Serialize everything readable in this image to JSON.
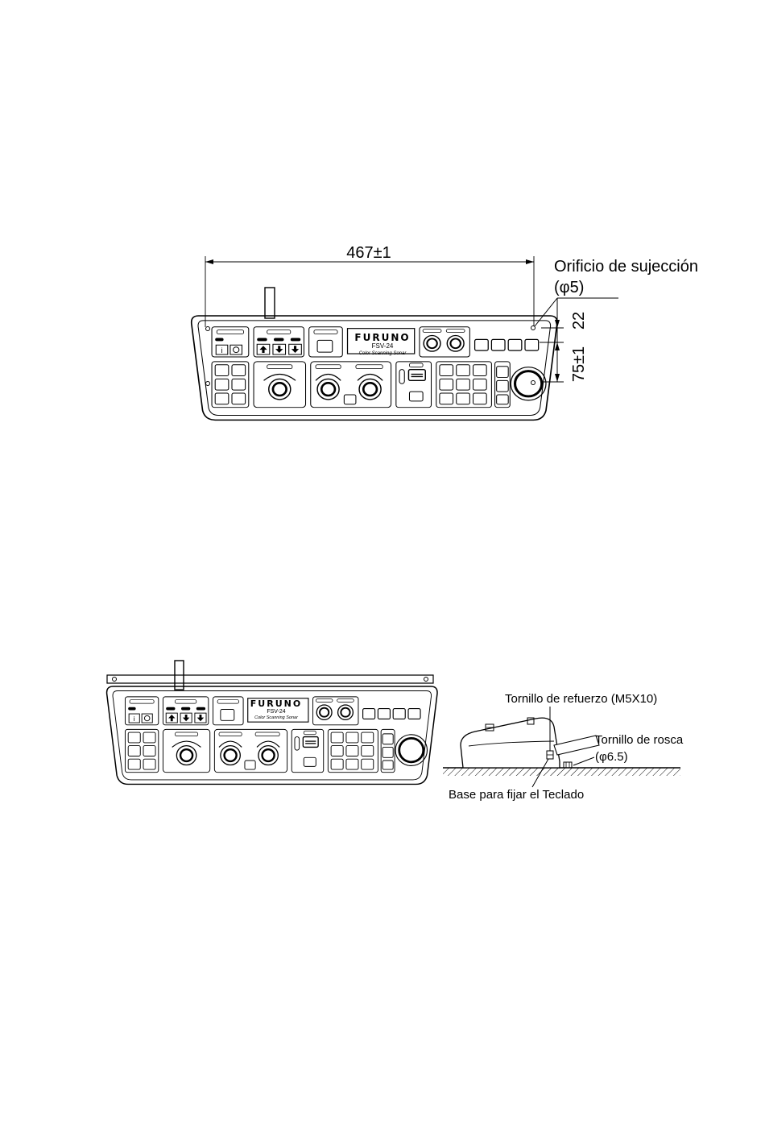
{
  "top_view": {
    "width_dimension": "467±1",
    "hole_label": "Orificio de sujección",
    "hole_diameter": "(φ5)",
    "offset_dimension": "22",
    "height_dimension": "75±1"
  },
  "keyboard": {
    "brand": "FURUNO",
    "model": "FSV-24",
    "subtitle": "Color Scanning Sonar"
  },
  "side_view": {
    "screw_label": "Tornillo de refuerzo (M5X10)",
    "tapping_screw_label": "Tornillo de rosca",
    "tapping_screw_diameter": "(φ6.5)",
    "base_label": "Base para fijar el Teclado"
  }
}
